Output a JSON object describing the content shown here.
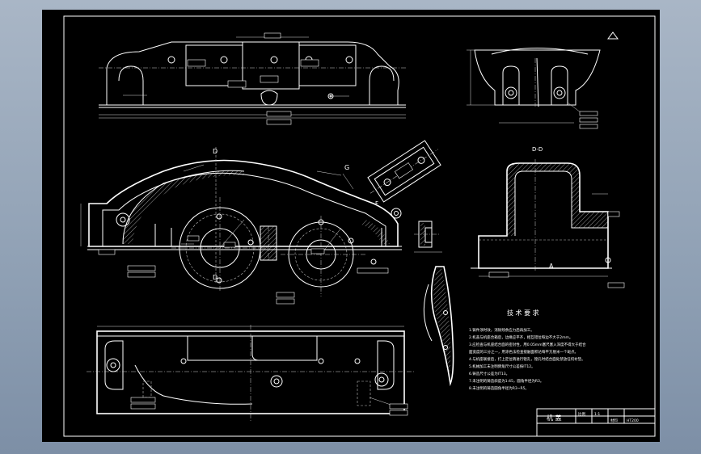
{
  "drawing": {
    "view_labels": {
      "section_d_top": "D",
      "section_d_bottom": "D",
      "section_dd_title": "D-D",
      "view_g": "G",
      "view_f": "F",
      "view_a": "A"
    },
    "tech_requirements": {
      "title": "技 术 要 求",
      "items": [
        "1.铸件须时效，消除残余应力后再加工。",
        "2.机盖与机座合箱后，边缘应平齐，相互错位每边不大于2mm。",
        "3.应检查与机座结合面的密封性，用0.05mm塞尺塞入深度不得大于结合",
        "   面宽度的三分之一，用涂色法检查接触面积达每平方厘米一个斑点。",
        "4.与机座联接后，打上定位销进行镗孔，镗孔时结合面处禁放任何衬垫。",
        "5.机械加工未注明倒角尺寸公差按IT12。",
        "6.铸造尺寸公差为IT13。",
        "7.未注明的铸造斜度为1:45，圆角半径为R3。",
        "8.未注明的铸造圆角半径为R3~R5。"
      ]
    },
    "title_block": {
      "part_name": "机 盖",
      "cells": [
        "比例",
        "1:1",
        "材料",
        "HT200"
      ]
    }
  }
}
